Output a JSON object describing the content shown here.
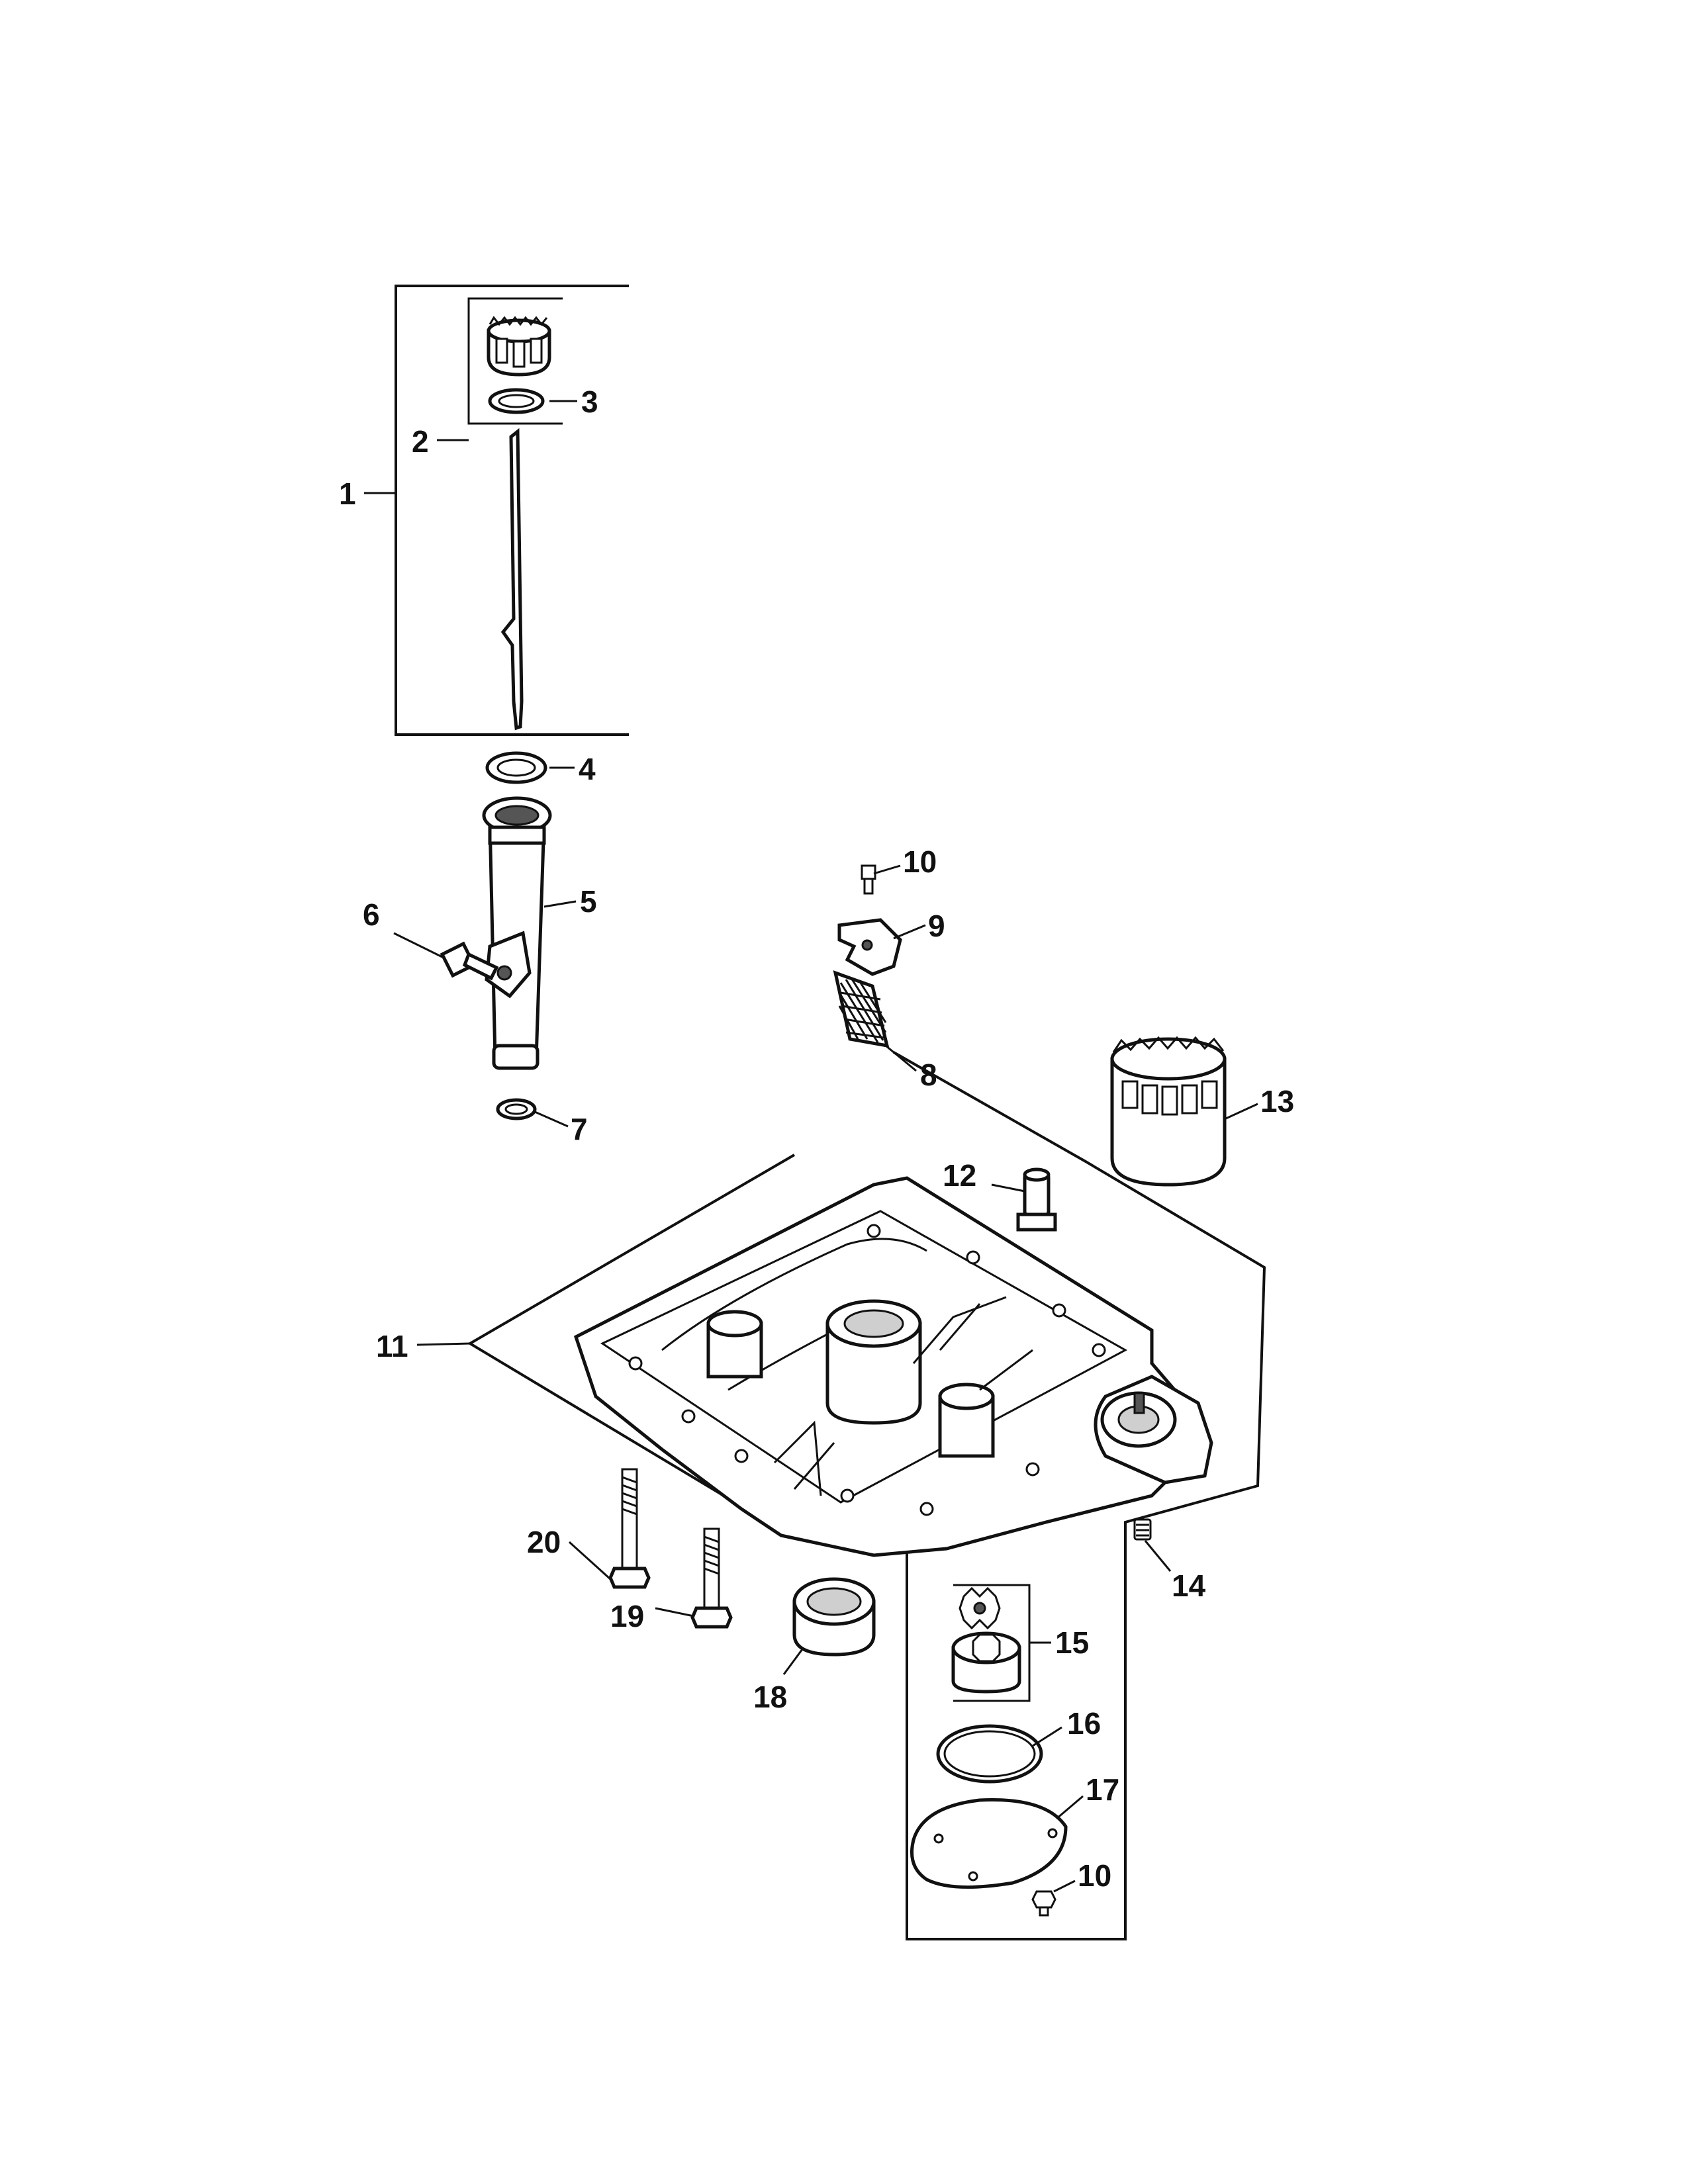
{
  "callouts": {
    "c1": "1",
    "c2": "2",
    "c3": "3",
    "c4": "4",
    "c5": "5",
    "c6": "6",
    "c7": "7",
    "c8": "8",
    "c9": "9",
    "c10a": "10",
    "c10b": "10",
    "c11": "11",
    "c12": "12",
    "c13": "13",
    "c14": "14",
    "c15": "15",
    "c16": "16",
    "c17": "17",
    "c18": "18",
    "c19": "19",
    "c20": "20"
  }
}
